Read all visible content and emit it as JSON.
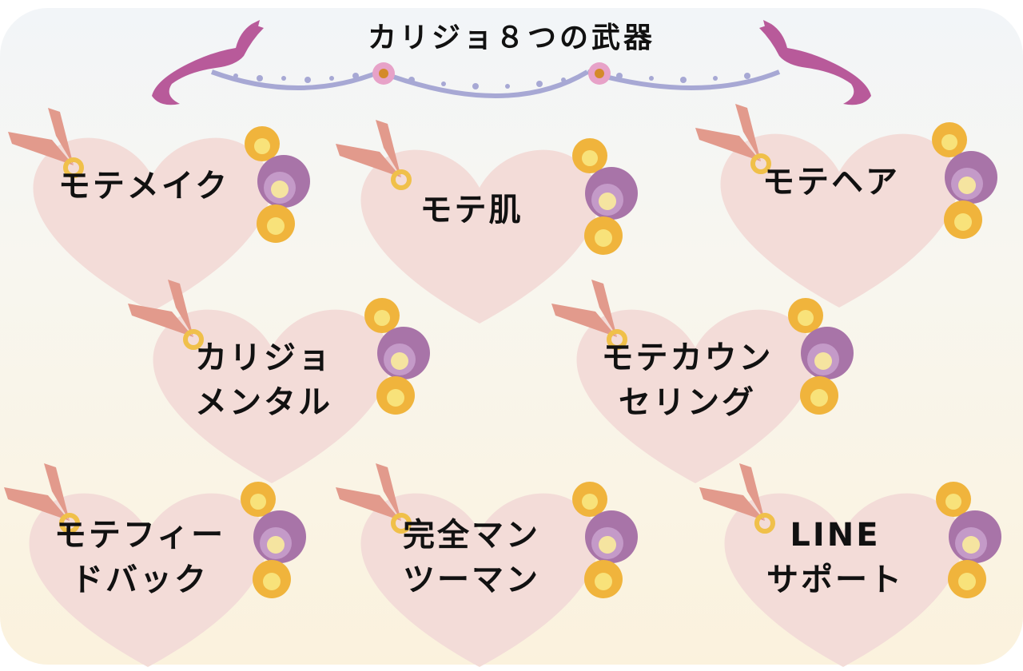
{
  "title": "カリジョ８つの武器",
  "colors": {
    "heart": "#f3dcd8",
    "ribbon": "#e29a8c",
    "ring": "#f0c04a",
    "bird": "#b85a9a",
    "garland": "#a7a8d4"
  },
  "cards": [
    {
      "lines": [
        "モテメイク"
      ]
    },
    {
      "lines": [
        "モテ肌"
      ]
    },
    {
      "lines": [
        "モテヘア"
      ]
    },
    {
      "lines": [
        "カリジョ",
        "メンタル"
      ]
    },
    {
      "lines": [
        "モテカウン",
        "セリング"
      ]
    },
    {
      "lines": [
        "モテフィー",
        "ドバック"
      ]
    },
    {
      "lines": [
        "完全マン",
        "ツーマン"
      ]
    },
    {
      "lines": [
        "LINE",
        "サポート"
      ]
    }
  ]
}
